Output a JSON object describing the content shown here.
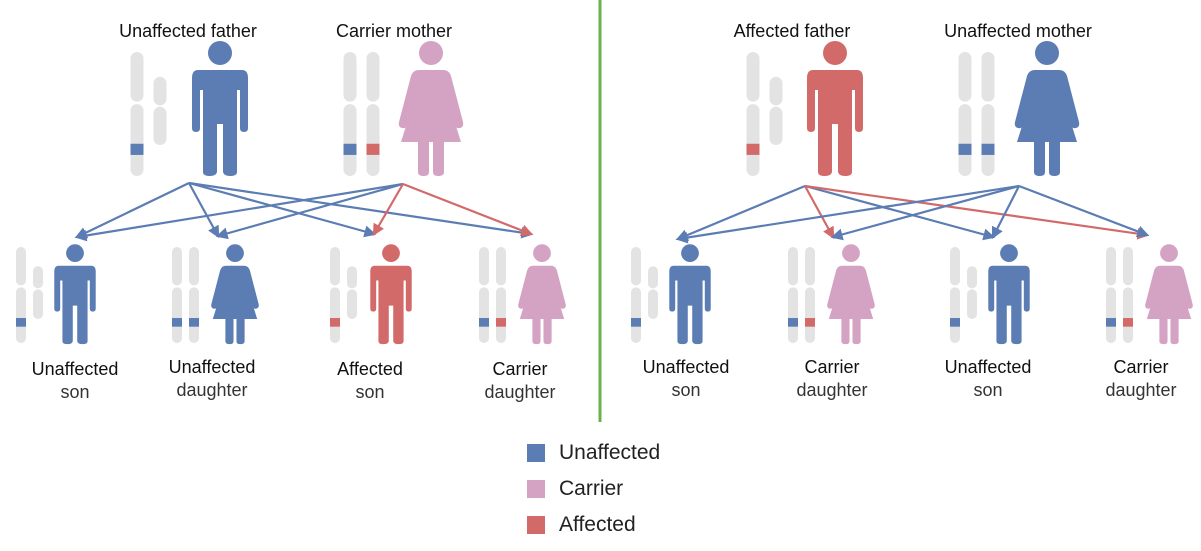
{
  "colors": {
    "unaffected": "#5b7db3",
    "carrier": "#d4a2c3",
    "affected": "#d26a6a",
    "chromosome": "#e3e3e3",
    "divider": "#6ab04c"
  },
  "panels": [
    {
      "parents": [
        {
          "label": "Unaffected father",
          "status": "unaffected",
          "sex": "male",
          "chromosomes": [
            "unaffected",
            "none"
          ]
        },
        {
          "label": "Carrier mother",
          "status": "carrier",
          "sex": "female",
          "chromosomes": [
            "unaffected",
            "affected"
          ]
        }
      ],
      "children": [
        {
          "line1": "Unaffected",
          "line2": "son",
          "status": "unaffected",
          "sex": "male",
          "chromosomes": [
            "unaffected",
            "none"
          ]
        },
        {
          "line1": "Unaffected",
          "line2": "daughter",
          "status": "unaffected",
          "sex": "female",
          "chromosomes": [
            "unaffected",
            "unaffected"
          ]
        },
        {
          "line1": "Affected",
          "line2": "son",
          "status": "affected",
          "sex": "male",
          "chromosomes": [
            "affected",
            "none"
          ]
        },
        {
          "line1": "Carrier",
          "line2": "daughter",
          "status": "carrier",
          "sex": "female",
          "chromosomes": [
            "unaffected",
            "affected"
          ]
        }
      ],
      "inheritance": [
        {
          "from": 0,
          "to": 0,
          "allele": "unaffected"
        },
        {
          "from": 0,
          "to": 1,
          "allele": "unaffected"
        },
        {
          "from": 0,
          "to": 2,
          "allele": "unaffected"
        },
        {
          "from": 0,
          "to": 3,
          "allele": "unaffected"
        },
        {
          "from": 1,
          "to": 0,
          "allele": "unaffected"
        },
        {
          "from": 1,
          "to": 1,
          "allele": "unaffected"
        },
        {
          "from": 1,
          "to": 2,
          "allele": "affected"
        },
        {
          "from": 1,
          "to": 3,
          "allele": "affected"
        }
      ]
    },
    {
      "parents": [
        {
          "label": "Affected father",
          "status": "affected",
          "sex": "male",
          "chromosomes": [
            "affected",
            "none"
          ]
        },
        {
          "label": "Unaffected mother",
          "status": "unaffected",
          "sex": "female",
          "chromosomes": [
            "unaffected",
            "unaffected"
          ]
        }
      ],
      "children": [
        {
          "line1": "Unaffected",
          "line2": "son",
          "status": "unaffected",
          "sex": "male",
          "chromosomes": [
            "unaffected",
            "none"
          ]
        },
        {
          "line1": "Carrier",
          "line2": "daughter",
          "status": "carrier",
          "sex": "female",
          "chromosomes": [
            "unaffected",
            "affected"
          ]
        },
        {
          "line1": "Unaffected",
          "line2": "son",
          "status": "unaffected",
          "sex": "male",
          "chromosomes": [
            "unaffected",
            "none"
          ]
        },
        {
          "line1": "Carrier",
          "line2": "daughter",
          "status": "carrier",
          "sex": "female",
          "chromosomes": [
            "unaffected",
            "affected"
          ]
        }
      ],
      "inheritance": [
        {
          "from": 0,
          "to": 0,
          "allele": "unaffected"
        },
        {
          "from": 0,
          "to": 1,
          "allele": "affected"
        },
        {
          "from": 0,
          "to": 2,
          "allele": "unaffected"
        },
        {
          "from": 0,
          "to": 3,
          "allele": "affected"
        },
        {
          "from": 1,
          "to": 0,
          "allele": "unaffected"
        },
        {
          "from": 1,
          "to": 1,
          "allele": "unaffected"
        },
        {
          "from": 1,
          "to": 2,
          "allele": "unaffected"
        },
        {
          "from": 1,
          "to": 3,
          "allele": "unaffected"
        }
      ]
    }
  ],
  "legend": [
    {
      "label": "Unaffected",
      "status": "unaffected"
    },
    {
      "label": "Carrier",
      "status": "carrier"
    },
    {
      "label": "Affected",
      "status": "affected"
    }
  ]
}
